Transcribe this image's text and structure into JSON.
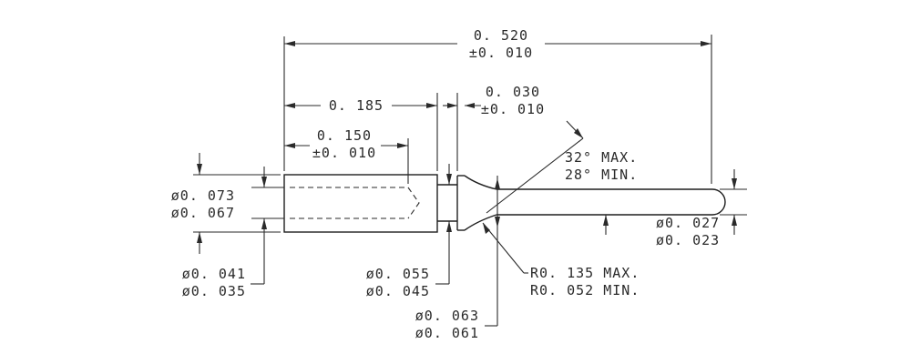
{
  "dimensions": {
    "overall_length": {
      "value": "0. 520",
      "tolerance": "±0. 010"
    },
    "body_length": {
      "value": "0. 185"
    },
    "bore_depth": {
      "value": "0. 150",
      "tolerance": "±0. 010"
    },
    "flange_thickness": {
      "value": "0. 030",
      "tolerance": "±0. 010"
    },
    "angle": {
      "max": "32° MAX.",
      "min": "28° MIN."
    },
    "body_diameter": {
      "max": "ø0. 073",
      "min": "ø0. 067"
    },
    "bore_diameter": {
      "max": "ø0. 041",
      "min": "ø0. 035"
    },
    "neck_diameter": {
      "max": "ø0. 055",
      "min": "ø0. 045"
    },
    "flange_diameter": {
      "max": "ø0. 063",
      "min": "ø0. 061"
    },
    "radius": {
      "max": "R0. 135 MAX.",
      "min": "R0. 052 MIN."
    },
    "pin_diameter": {
      "max": "ø0. 027",
      "min": "ø0. 023"
    }
  }
}
